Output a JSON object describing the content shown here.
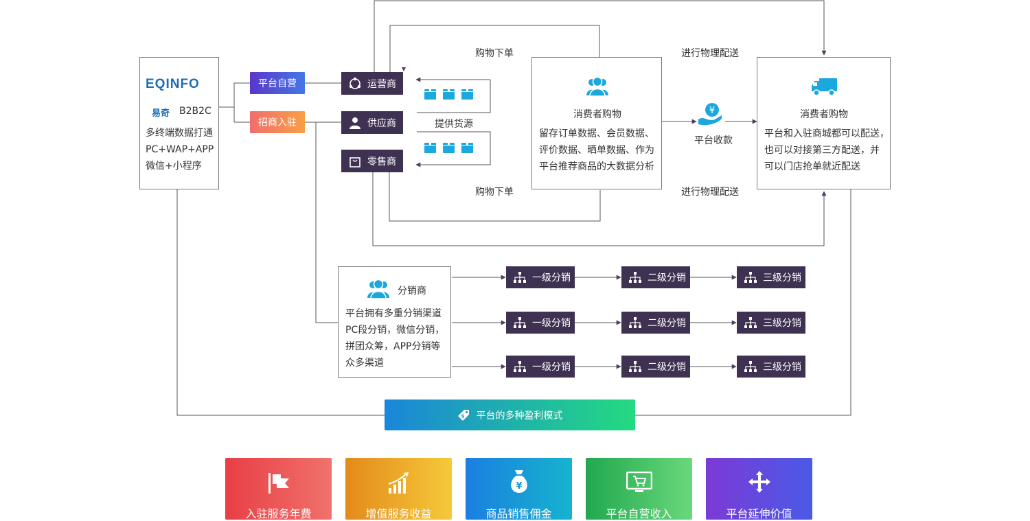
{
  "brand": {
    "logo_text": "EQINFO",
    "sub_name": "易奇",
    "model": "B2B2C",
    "lines": [
      "多终端数据打通",
      "PC+WAP+APP",
      "微信+小程序"
    ]
  },
  "modes": {
    "self": "平台自营",
    "merchant": "招商入驻"
  },
  "roles": {
    "operator": "运营商",
    "supplier": "供应商",
    "retailer": "零售商"
  },
  "flow": {
    "order_top": "购物下单",
    "order_bottom": "购物下单",
    "supply": "提供货源",
    "delivery_top": "进行物理配送",
    "delivery_bottom": "进行物理配送",
    "payment": "平台收款"
  },
  "consumer_center": {
    "title": "消费者购物",
    "lines": [
      "留存订单数据、会员数据、",
      "评价数据、晒单数据、作为",
      "平台推荐商品的大数据分析"
    ]
  },
  "consumer_right": {
    "title": "消费者购物",
    "lines": [
      "平台和入驻商城都可以配送，",
      "也可以对接第三方配送，并",
      "可以门店抢单就近配送"
    ]
  },
  "distributor": {
    "title": "分销商",
    "lines": [
      "平台拥有多重分销渠道",
      "PC段分销，微信分销，",
      "拼团众筹，APP分销等",
      "众多渠道"
    ]
  },
  "distribution_rows": [
    [
      "一级分销",
      "二级分销",
      "三级分销"
    ],
    [
      "一级分销",
      "二级分销",
      "三级分销"
    ],
    [
      "一级分销",
      "二级分销",
      "三级分销"
    ]
  ],
  "profit_banner": "平台的多种盈利模式",
  "profit_items": [
    {
      "label": "入驻服务年费",
      "icon": "flag-icon"
    },
    {
      "label": "增值服务收益",
      "icon": "growth-chart-icon"
    },
    {
      "label": "商品销售佣金",
      "icon": "money-bag-icon"
    },
    {
      "label": "平台自营收入",
      "icon": "monitor-cart-icon"
    },
    {
      "label": "平台延伸价值",
      "icon": "expand-arrows-icon"
    }
  ],
  "colors": {
    "dark": "#3e3152",
    "line": "#4a4a4a",
    "icon_blue": "#1ba8dd"
  }
}
